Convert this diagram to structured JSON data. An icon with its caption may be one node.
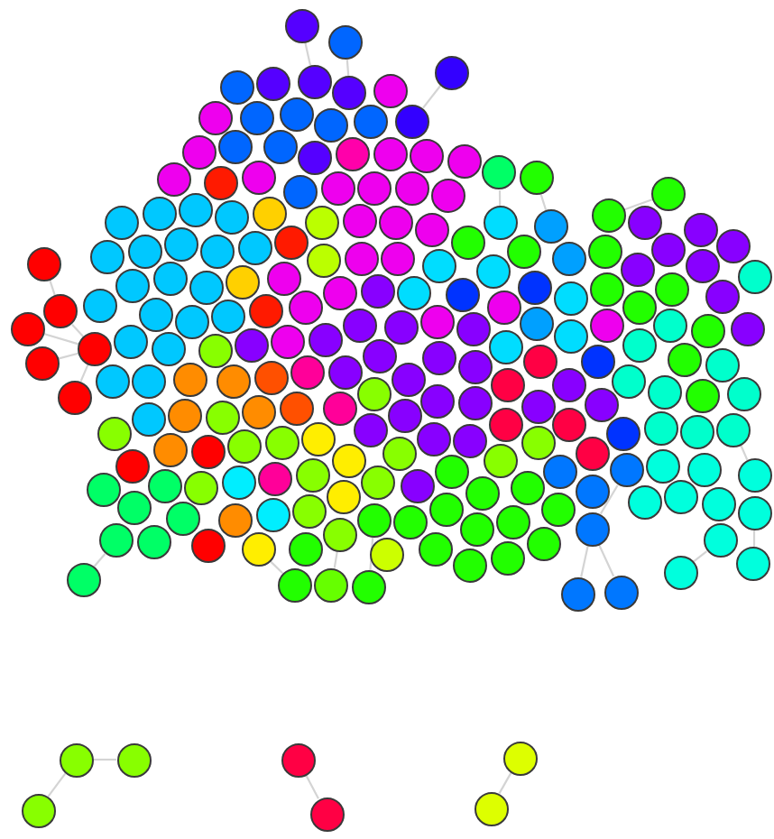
{
  "diagram": {
    "nodes": [
      {
        "text": [],
        "shape": "circle"
      },
      {
        "text": [],
        "shape": "circle"
      },
      {
        "text": [],
        "shape": "circle"
      },
      {
        "text": [],
        "shape": "circle"
      },
      {
        "text": [],
        "shape": "circle"
      },
      {
        "text": [],
        "shape": "circle"
      },
      {
        "text": [],
        "shape": "circle"
      },
      {
        "text": [],
        "shape": "circle"
      },
      {
        "text": [],
        "shape": "circle"
      },
      {
        "text": [],
        "shape": "circle"
      },
      {
        "text": [],
        "shape": "circle"
      },
      {
        "text": [],
        "shape": "circle"
      },
      {
        "text": [],
        "shape": "circle"
      },
      {
        "text": [],
        "shape": "circle"
      },
      {
        "text": [],
        "shape": "circle"
      },
      {
        "text": [],
        "shape": "circle"
      },
      {
        "text": [],
        "shape": "circle"
      },
      {
        "text": [],
        "shape": "circle"
      },
      {
        "text": [],
        "shape": "circle"
      },
      {
        "text": [],
        "shape": "circle"
      },
      {
        "text": [],
        "shape": "circle"
      },
      {
        "text": [],
        "shape": "circle"
      },
      {
        "text": [],
        "shape": "circle"
      },
      {
        "text": [],
        "shape": "circle"
      },
      {
        "text": [],
        "shape": "circle"
      },
      {
        "text": [],
        "shape": "circle"
      },
      {
        "text": [],
        "shape": "circle"
      },
      {
        "text": [],
        "shape": "circle"
      },
      {
        "text": [],
        "shape": "circle"
      },
      {
        "text": [],
        "shape": "circle"
      },
      {
        "text": [],
        "shape": "circle"
      },
      {
        "text": [],
        "shape": "circle"
      },
      {
        "text": [],
        "shape": "circle"
      },
      {
        "text": [],
        "shape": "circle"
      },
      {
        "text": [],
        "shape": "circle"
      },
      {
        "text": [],
        "shape": "circle"
      },
      {
        "text": [],
        "shape": "circle"
      },
      {
        "text": [],
        "shape": "circle"
      },
      {
        "text": [],
        "shape": "circle"
      },
      {
        "text": [],
        "shape": "circle"
      },
      {
        "text": [],
        "shape": "circle"
      },
      {
        "text": [],
        "shape": "circle"
      },
      {
        "text": [],
        "shape": "circle"
      },
      {
        "text": [],
        "shape": "circle"
      },
      {
        "text": [],
        "shape": "circle"
      },
      {
        "text": [],
        "shape": "circle"
      },
      {
        "text": [],
        "shape": "circle"
      },
      {
        "text": [],
        "shape": "circle"
      },
      {
        "text": [],
        "shape": "circle"
      },
      {
        "text": [],
        "shape": "circle"
      },
      {
        "text": [],
        "shape": "circle"
      },
      {
        "text": [],
        "shape": "circle"
      },
      {
        "text": [],
        "shape": "circle"
      },
      {
        "text": [],
        "shape": "circle"
      },
      {
        "text": [],
        "shape": "circle"
      },
      {
        "text": [],
        "shape": "circle"
      },
      {
        "text": [],
        "shape": "circle"
      },
      {
        "text": [],
        "shape": "circle"
      },
      {
        "text": [],
        "shape": "circle"
      },
      {
        "text": [],
        "shape": "circle"
      },
      {
        "text": [],
        "shape": "circle"
      },
      {
        "text": [],
        "shape": "circle"
      },
      {
        "text": [],
        "shape": "circle"
      },
      {
        "text": [],
        "shape": "circle"
      },
      {
        "text": [],
        "shape": "circle"
      },
      {
        "text": [],
        "shape": "circle"
      },
      {
        "text": [],
        "shape": "circle"
      },
      {
        "text": [],
        "shape": "circle"
      },
      {
        "text": [],
        "shape": "circle"
      },
      {
        "text": [],
        "shape": "circle"
      },
      {
        "text": [],
        "shape": "circle"
      },
      {
        "text": [],
        "shape": "circle"
      },
      {
        "text": [],
        "shape": "circle"
      },
      {
        "text": [],
        "shape": "circle"
      },
      {
        "text": [],
        "shape": "circle"
      },
      {
        "text": [],
        "shape": "circle"
      },
      {
        "text": [],
        "shape": "circle"
      },
      {
        "text": [],
        "shape": "circle"
      },
      {
        "text": [],
        "shape": "circle"
      },
      {
        "text": [],
        "shape": "circle"
      },
      {
        "text": [],
        "shape": "circle"
      },
      {
        "text": [],
        "shape": "circle"
      },
      {
        "text": [],
        "shape": "circle"
      },
      {
        "text": [],
        "shape": "circle"
      },
      {
        "text": [],
        "shape": "circle"
      },
      {
        "text": [],
        "shape": "circle"
      },
      {
        "text": [],
        "shape": "circle"
      },
      {
        "text": [],
        "shape": "circle"
      },
      {
        "text": [],
        "shape": "circle"
      },
      {
        "text": [],
        "shape": "circle"
      },
      {
        "text": [],
        "shape": "circle"
      },
      {
        "text": [],
        "shape": "circle"
      },
      {
        "text": [],
        "shape": "circle"
      },
      {
        "text": [],
        "shape": "circle"
      },
      {
        "text": [],
        "shape": "circle"
      },
      {
        "text": [],
        "shape": "circle"
      },
      {
        "text": [],
        "shape": "circle"
      },
      {
        "text": [],
        "shape": "circle"
      },
      {
        "text": [],
        "shape": "circle"
      },
      {
        "text": [],
        "shape": "circle"
      },
      {
        "text": [],
        "shape": "circle"
      },
      {
        "text": [],
        "shape": "circle"
      },
      {
        "text": [],
        "shape": "circle"
      },
      {
        "text": [],
        "shape": "circle"
      },
      {
        "text": [],
        "shape": "circle"
      },
      {
        "text": [],
        "shape": "circle"
      },
      {
        "text": [],
        "shape": "circle"
      },
      {
        "text": [],
        "shape": "circle"
      },
      {
        "text": [],
        "shape": "circle"
      },
      {
        "text": [],
        "shape": "circle"
      },
      {
        "text": [],
        "shape": "circle"
      },
      {
        "text": [],
        "shape": "circle"
      },
      {
        "text": [],
        "shape": "circle"
      },
      {
        "text": [],
        "shape": "circle"
      },
      {
        "text": [],
        "shape": "circle"
      },
      {
        "text": [],
        "shape": "circle"
      },
      {
        "text": [],
        "shape": "circle"
      },
      {
        "text": [],
        "shape": "circle"
      },
      {
        "text": [],
        "shape": "circle"
      },
      {
        "text": [],
        "shape": "circle"
      },
      {
        "text": [],
        "shape": "circle"
      },
      {
        "text": [],
        "shape": "circle"
      },
      {
        "text": [],
        "shape": "circle"
      },
      {
        "text": [],
        "shape": "circle"
      },
      {
        "text": [],
        "shape": "circle"
      },
      {
        "text": [],
        "shape": "circle"
      },
      {
        "text": [],
        "shape": "circle"
      },
      {
        "text": [],
        "shape": "circle"
      },
      {
        "text": [],
        "shape": "circle"
      },
      {
        "text": [],
        "shape": "circle"
      },
      {
        "text": [],
        "shape": "circle"
      },
      {
        "text": [],
        "shape": "circle"
      },
      {
        "text": [],
        "shape": "circle"
      },
      {
        "text": [],
        "shape": "circle"
      },
      {
        "text": [],
        "shape": "circle"
      },
      {
        "text": [],
        "shape": "circle"
      },
      {
        "text": [],
        "shape": "circle"
      },
      {
        "text": [],
        "shape": "circle"
      },
      {
        "text": [],
        "shape": "circle"
      },
      {
        "text": [],
        "shape": "circle"
      },
      {
        "text": [],
        "shape": "circle"
      },
      {
        "text": [],
        "shape": "circle"
      },
      {
        "text": [],
        "shape": "circle"
      },
      {
        "text": [],
        "shape": "circle"
      },
      {
        "text": [],
        "shape": "circle"
      },
      {
        "text": [],
        "shape": "circle"
      },
      {
        "text": [],
        "shape": "circle"
      },
      {
        "text": [],
        "shape": "circle"
      },
      {
        "text": [],
        "shape": "circle"
      },
      {
        "text": [],
        "shape": "circle"
      },
      {
        "text": [],
        "shape": "circle"
      },
      {
        "text": [],
        "shape": "circle"
      },
      {
        "text": [],
        "shape": "circle"
      },
      {
        "text": [],
        "shape": "circle"
      },
      {
        "text": [],
        "shape": "circle"
      },
      {
        "text": [],
        "shape": "circle"
      },
      {
        "text": [],
        "shape": "circle"
      },
      {
        "text": [],
        "shape": "circle"
      },
      {
        "text": [],
        "shape": "circle"
      },
      {
        "text": [],
        "shape": "circle"
      },
      {
        "text": [],
        "shape": "circle"
      },
      {
        "text": [],
        "shape": "circle"
      },
      {
        "text": [],
        "shape": "circle"
      },
      {
        "text": [],
        "shape": "circle"
      },
      {
        "text": [],
        "shape": "circle"
      },
      {
        "text": [],
        "shape": "circle"
      },
      {
        "text": [],
        "shape": "circle"
      },
      {
        "text": [],
        "shape": "circle"
      },
      {
        "text": [],
        "shape": "circle"
      },
      {
        "text": [],
        "shape": "circle"
      },
      {
        "text": [],
        "shape": "circle"
      },
      {
        "text": [],
        "shape": "circle"
      },
      {
        "text": [],
        "shape": "circle"
      },
      {
        "text": [],
        "shape": "circle"
      },
      {
        "text": [],
        "shape": "circle"
      },
      {
        "text": [],
        "shape": "circle"
      },
      {
        "text": [],
        "shape": "circle"
      },
      {
        "text": [],
        "shape": "circle"
      },
      {
        "text": [],
        "shape": "circle"
      },
      {
        "text": [],
        "shape": "circle"
      },
      {
        "text": [],
        "shape": "circle"
      },
      {
        "text": [],
        "shape": "circle"
      },
      {
        "text": [],
        "shape": "circle"
      },
      {
        "text": [],
        "shape": "circle"
      },
      {
        "text": [],
        "shape": "circle"
      },
      {
        "text": [],
        "shape": "circle"
      },
      {
        "text": [],
        "shape": "circle"
      },
      {
        "text": [],
        "shape": "circle"
      },
      {
        "text": [],
        "shape": "circle"
      },
      {
        "text": [],
        "shape": "circle"
      },
      {
        "text": [],
        "shape": "circle"
      },
      {
        "text": [],
        "shape": "circle"
      },
      {
        "text": [],
        "shape": "circle"
      },
      {
        "text": [],
        "shape": "circle"
      },
      {
        "text": [],
        "shape": "circle"
      },
      {
        "text": [],
        "shape": "circle"
      },
      {
        "text": [],
        "shape": "circle"
      },
      {
        "text": [],
        "shape": "circle"
      },
      {
        "text": [],
        "shape": "circle"
      },
      {
        "text": [],
        "shape": "circle"
      },
      {
        "text": [],
        "shape": "circle"
      },
      {
        "text": [],
        "shape": "circle"
      },
      {
        "text": [],
        "shape": "circle"
      },
      {
        "text": [],
        "shape": "circle"
      },
      {
        "text": [],
        "shape": "circle"
      },
      {
        "text": [],
        "shape": "circle"
      },
      {
        "text": [],
        "shape": "circle"
      },
      {
        "text": [],
        "shape": "circle"
      },
      {
        "text": [],
        "shape": "circle"
      },
      {
        "text": [],
        "shape": "circle"
      },
      {
        "text": [],
        "shape": "circle"
      },
      {
        "text": [],
        "shape": "circle"
      },
      {
        "text": [],
        "shape": "circle"
      },
      {
        "text": [],
        "shape": "circle"
      },
      {
        "text": [],
        "shape": "circle"
      },
      {
        "text": [],
        "shape": "circle"
      },
      {
        "text": [],
        "shape": "circle"
      },
      {
        "text": [],
        "shape": "circle"
      },
      {
        "text": [],
        "shape": "circle"
      },
      {
        "text": [],
        "shape": "circle"
      },
      {
        "text": [],
        "shape": "circle"
      },
      {
        "text": [],
        "shape": "circle"
      },
      {
        "text": [],
        "shape": "circle"
      },
      {
        "text": [],
        "shape": "circle"
      },
      {
        "text": [],
        "shape": "circle"
      },
      {
        "text": [],
        "shape": "circle"
      },
      {
        "text": [],
        "shape": "circle"
      },
      {
        "text": [],
        "shape": "circle"
      }
    ],
    "edges": [
      {
        "from": 0,
        "to": 4,
        "arrow": "none"
      },
      {
        "from": 1,
        "to": 5,
        "arrow": "none"
      },
      {
        "from": 7,
        "to": 13,
        "arrow": "none"
      },
      {
        "from": 22,
        "to": 41,
        "arrow": "none"
      },
      {
        "from": 31,
        "to": 49,
        "arrow": "none"
      },
      {
        "from": 83,
        "to": 79,
        "arrow": "none"
      },
      {
        "from": 55,
        "to": 66,
        "arrow": "none"
      },
      {
        "from": 65,
        "to": 67,
        "arrow": "none"
      },
      {
        "from": 66,
        "to": 67,
        "arrow": "none"
      },
      {
        "from": 96,
        "to": 67,
        "arrow": "none"
      },
      {
        "from": 114,
        "to": 67,
        "arrow": "none"
      },
      {
        "from": 218,
        "to": 207,
        "arrow": "none"
      },
      {
        "from": 215,
        "to": 209,
        "arrow": "none"
      },
      {
        "from": 216,
        "to": 200,
        "arrow": "none"
      },
      {
        "from": 217,
        "to": 201,
        "arrow": "none"
      },
      {
        "from": 168,
        "to": 192,
        "arrow": "none"
      },
      {
        "from": 192,
        "to": 219,
        "arrow": "none"
      },
      {
        "from": 192,
        "to": 220,
        "arrow": "none"
      },
      {
        "from": 177,
        "to": 176,
        "arrow": "none"
      },
      {
        "from": 178,
        "to": 173,
        "arrow": "none"
      },
      {
        "from": 171,
        "to": 152,
        "arrow": "none"
      },
      {
        "from": 221,
        "to": 222,
        "arrow": "none"
      },
      {
        "from": 221,
        "to": 223,
        "arrow": "none"
      },
      {
        "from": 224,
        "to": 225,
        "arrow": "none"
      },
      {
        "from": 226,
        "to": 227,
        "arrow": "none"
      }
    ]
  }
}
